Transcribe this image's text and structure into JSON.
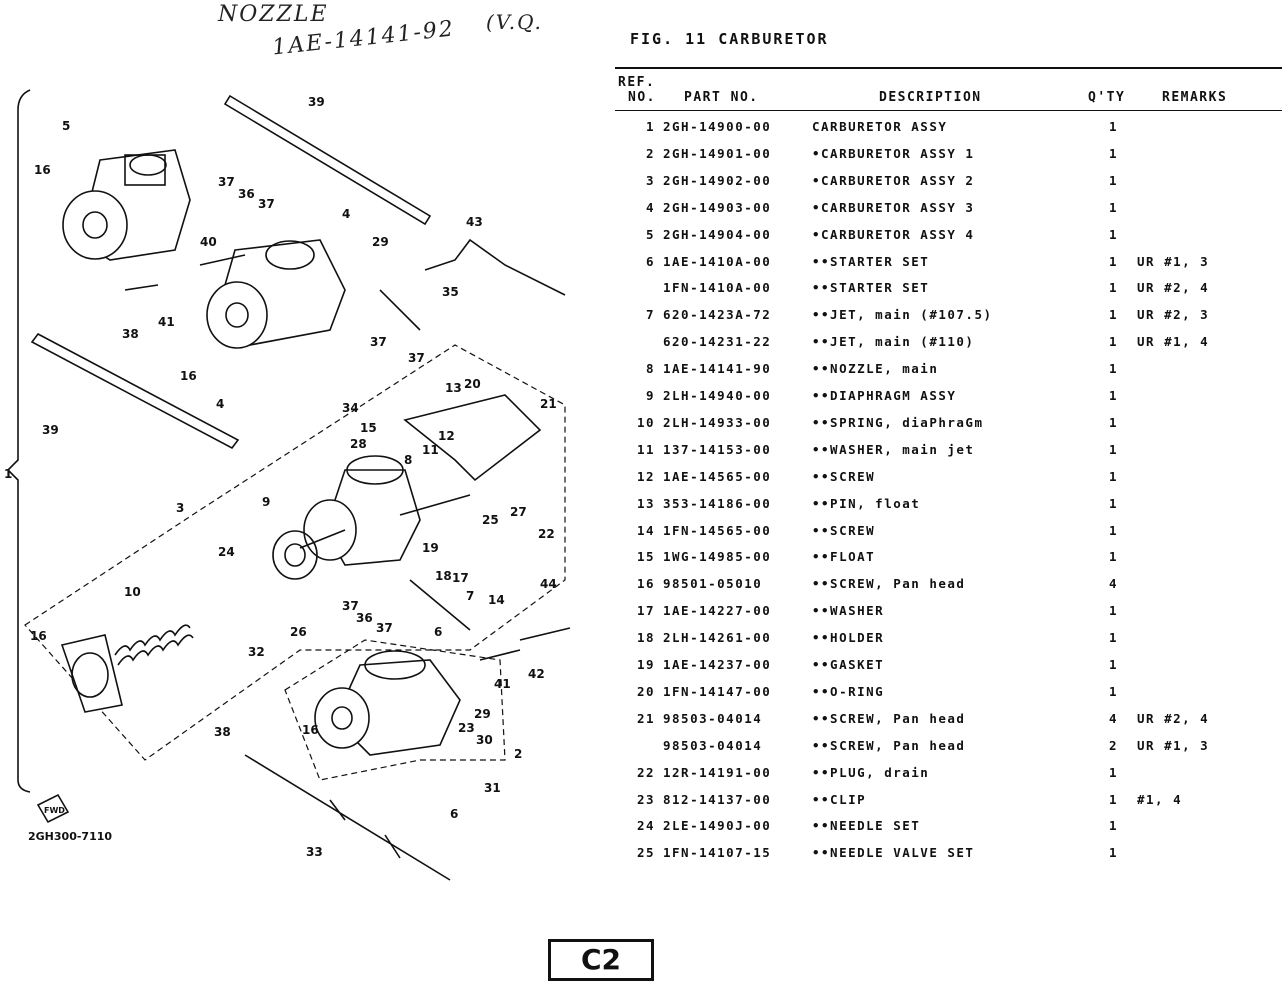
{
  "handwritten": {
    "line1": "NOZZLE",
    "line2": "1AE-14141-92",
    "line3": "(V.Q."
  },
  "figure": {
    "title": "FIG. 11   CARBURETOR",
    "code": "2GH300-7110",
    "page_label": "C2",
    "fwd_label": "FWD"
  },
  "headers": {
    "ref_top": "REF.",
    "ref_bottom": "NO.",
    "part_no": "PART NO.",
    "description": "DESCRIPTION",
    "qty": "Q'TY",
    "remarks": "REMARKS"
  },
  "parts": [
    {
      "ref": "1",
      "part": "2GH-14900-00",
      "desc": "CARBURETOR ASSY",
      "qty": "1",
      "remarks": ""
    },
    {
      "ref": "2",
      "part": "2GH-14901-00",
      "desc": "•CARBURETOR ASSY 1",
      "qty": "1",
      "remarks": ""
    },
    {
      "ref": "3",
      "part": "2GH-14902-00",
      "desc": "•CARBURETOR ASSY 2",
      "qty": "1",
      "remarks": ""
    },
    {
      "ref": "4",
      "part": "2GH-14903-00",
      "desc": "•CARBURETOR ASSY 3",
      "qty": "1",
      "remarks": ""
    },
    {
      "ref": "5",
      "part": "2GH-14904-00",
      "desc": "•CARBURETOR ASSY 4",
      "qty": "1",
      "remarks": ""
    },
    {
      "ref": "6",
      "part": "1AE-1410A-00",
      "desc": "••STARTER SET",
      "qty": "1",
      "remarks": "UR #1, 3"
    },
    {
      "ref": "",
      "part": "1FN-1410A-00",
      "desc": "••STARTER SET",
      "qty": "1",
      "remarks": "UR #2, 4"
    },
    {
      "ref": "7",
      "part": "620-1423A-72",
      "desc": "••JET, main (#107.5)",
      "qty": "1",
      "remarks": "UR #2, 3"
    },
    {
      "ref": "",
      "part": "620-14231-22",
      "desc": "••JET, main (#110)",
      "qty": "1",
      "remarks": "UR #1, 4"
    },
    {
      "ref": "8",
      "part": "1AE-14141-90",
      "desc": "••NOZZLE, main",
      "qty": "1",
      "remarks": ""
    },
    {
      "ref": "9",
      "part": "2LH-14940-00",
      "desc": "••DIAPHRAGM ASSY",
      "qty": "1",
      "remarks": ""
    },
    {
      "ref": "10",
      "part": "2LH-14933-00",
      "desc": "••SPRING, diaPhraGm",
      "qty": "1",
      "remarks": ""
    },
    {
      "ref": "11",
      "part": "137-14153-00",
      "desc": "••WASHER, main jet",
      "qty": "1",
      "remarks": ""
    },
    {
      "ref": "12",
      "part": "1AE-14565-00",
      "desc": "••SCREW",
      "qty": "1",
      "remarks": ""
    },
    {
      "ref": "13",
      "part": "353-14186-00",
      "desc": "••PIN, float",
      "qty": "1",
      "remarks": ""
    },
    {
      "ref": "14",
      "part": "1FN-14565-00",
      "desc": "••SCREW",
      "qty": "1",
      "remarks": ""
    },
    {
      "ref": "15",
      "part": "1WG-14985-00",
      "desc": "••FLOAT",
      "qty": "1",
      "remarks": ""
    },
    {
      "ref": "16",
      "part": "98501-05010",
      "desc": "••SCREW, Pan head",
      "qty": "4",
      "remarks": ""
    },
    {
      "ref": "17",
      "part": "1AE-14227-00",
      "desc": "••WASHER",
      "qty": "1",
      "remarks": ""
    },
    {
      "ref": "18",
      "part": "2LH-14261-00",
      "desc": "••HOLDER",
      "qty": "1",
      "remarks": ""
    },
    {
      "ref": "19",
      "part": "1AE-14237-00",
      "desc": "••GASKET",
      "qty": "1",
      "remarks": ""
    },
    {
      "ref": "20",
      "part": "1FN-14147-00",
      "desc": "••O-RING",
      "qty": "1",
      "remarks": ""
    },
    {
      "ref": "21",
      "part": "98503-04014",
      "desc": "••SCREW, Pan head",
      "qty": "4",
      "remarks": "UR #2, 4"
    },
    {
      "ref": "",
      "part": "98503-04014",
      "desc": "••SCREW, Pan head",
      "qty": "2",
      "remarks": "UR #1, 3"
    },
    {
      "ref": "22",
      "part": "12R-14191-00",
      "desc": "••PLUG, drain",
      "qty": "1",
      "remarks": ""
    },
    {
      "ref": "23",
      "part": "812-14137-00",
      "desc": "••CLIP",
      "qty": "1",
      "remarks": "#1, 4"
    },
    {
      "ref": "24",
      "part": "2LE-1490J-00",
      "desc": "••NEEDLE SET",
      "qty": "1",
      "remarks": ""
    },
    {
      "ref": "25",
      "part": "1FN-14107-15",
      "desc": "••NEEDLE VALVE SET",
      "qty": "1",
      "remarks": ""
    }
  ],
  "callouts": [
    "39",
    "5",
    "16",
    "37",
    "36",
    "37",
    "4",
    "29",
    "43",
    "40",
    "35",
    "38",
    "41",
    "37",
    "37",
    "16",
    "4",
    "34",
    "39",
    "13",
    "20",
    "21",
    "15",
    "28",
    "12",
    "11",
    "8",
    "9",
    "3",
    "27",
    "25",
    "22",
    "24",
    "19",
    "18",
    "17",
    "7",
    "14",
    "10",
    "44",
    "37",
    "36",
    "37",
    "26",
    "6",
    "16",
    "32",
    "42",
    "41",
    "38",
    "29",
    "16",
    "23",
    "30",
    "2",
    "31",
    "6",
    "33",
    "1"
  ]
}
